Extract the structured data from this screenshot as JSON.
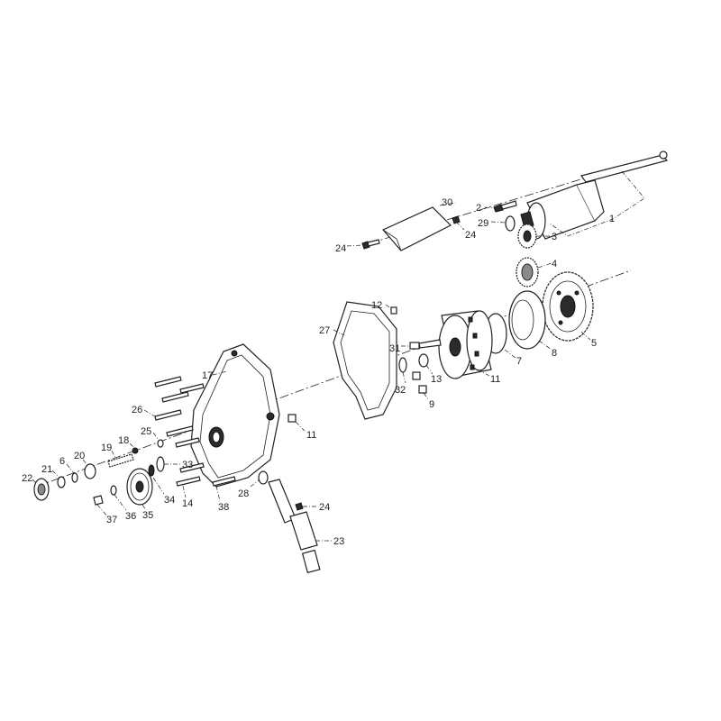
{
  "callouts": {
    "c1": "1",
    "c2": "2",
    "c3": "3",
    "c4": "4",
    "c5": "5",
    "c6": "6",
    "c7": "7",
    "c8": "8",
    "c9": "9",
    "c11a": "11",
    "c11b": "11",
    "c12": "12",
    "c13": "13",
    "c14": "14",
    "c17": "17",
    "c18": "18",
    "c19": "19",
    "c20": "20",
    "c21": "21",
    "c22": "22",
    "c23": "23",
    "c24a": "24",
    "c24b": "24",
    "c24c": "24",
    "c25": "25",
    "c26": "26",
    "c27": "27",
    "c28": "28",
    "c29": "29",
    "c30": "30",
    "c31": "31",
    "c32": "32",
    "c33": "33",
    "c34": "34",
    "c35": "35",
    "c36": "36",
    "c37": "37",
    "c38": "38"
  },
  "colors": {
    "line": "#222222",
    "fill": "#ffffff",
    "dark": "#2b2b2b"
  }
}
